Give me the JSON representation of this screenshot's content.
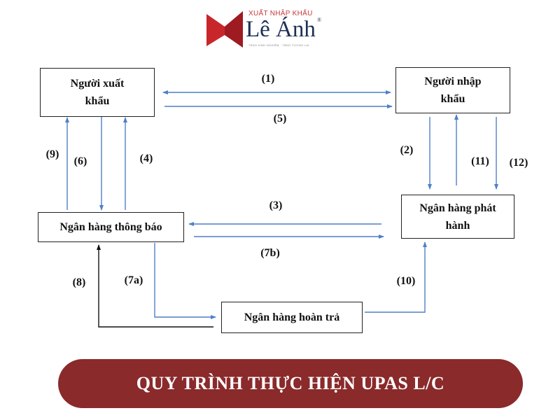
{
  "logo": {
    "tagline_top": "XUẤT NHẬP KHẨU",
    "brand": "Lê Ánh",
    "registered": "®",
    "tagline_bottom": "TRAO KINH NGHIỆM · TẶNG TƯƠNG LAI",
    "colors": {
      "red": "#c8262b",
      "navy": "#1d2f55"
    }
  },
  "diagram": {
    "nodes": {
      "exporter": "Người xuất khẩu",
      "importer": "Người nhập khẩu",
      "issuing_bank": "Ngân hàng phát hành",
      "advising_bank": "Ngân hàng thông báo",
      "reimbursing_bank": "Ngân hàng hoàn trả"
    },
    "edges": [
      {
        "label": "(1)",
        "from": "exporter",
        "to": "importer",
        "bidirectional": true
      },
      {
        "label": "(2)",
        "from": "importer",
        "to": "issuing_bank"
      },
      {
        "label": "(3)",
        "from": "issuing_bank",
        "to": "advising_bank"
      },
      {
        "label": "(4)",
        "from": "advising_bank",
        "to": "exporter"
      },
      {
        "label": "(5)",
        "from": "exporter",
        "to": "importer"
      },
      {
        "label": "(6)",
        "from": "exporter",
        "to": "advising_bank"
      },
      {
        "label": "(7a)",
        "from": "advising_bank",
        "to": "reimbursing_bank"
      },
      {
        "label": "(7b)",
        "from": "advising_bank",
        "to": "issuing_bank"
      },
      {
        "label": "(8)",
        "from": "reimbursing_bank",
        "to": "advising_bank"
      },
      {
        "label": "(9)",
        "from": "advising_bank",
        "to": "exporter"
      },
      {
        "label": "(10)",
        "from": "reimbursing_bank",
        "to": "issuing_bank"
      },
      {
        "label": "(11)",
        "from": "issuing_bank",
        "to": "importer"
      },
      {
        "label": "(12)",
        "from": "importer",
        "to": "issuing_bank"
      }
    ],
    "colors": {
      "arrow": "#4f7fc7",
      "arrow_8": "#111111"
    }
  },
  "banner": {
    "title": "QUY TRÌNH THỰC HIỆN UPAS L/C",
    "color": "#8a2a2b"
  }
}
